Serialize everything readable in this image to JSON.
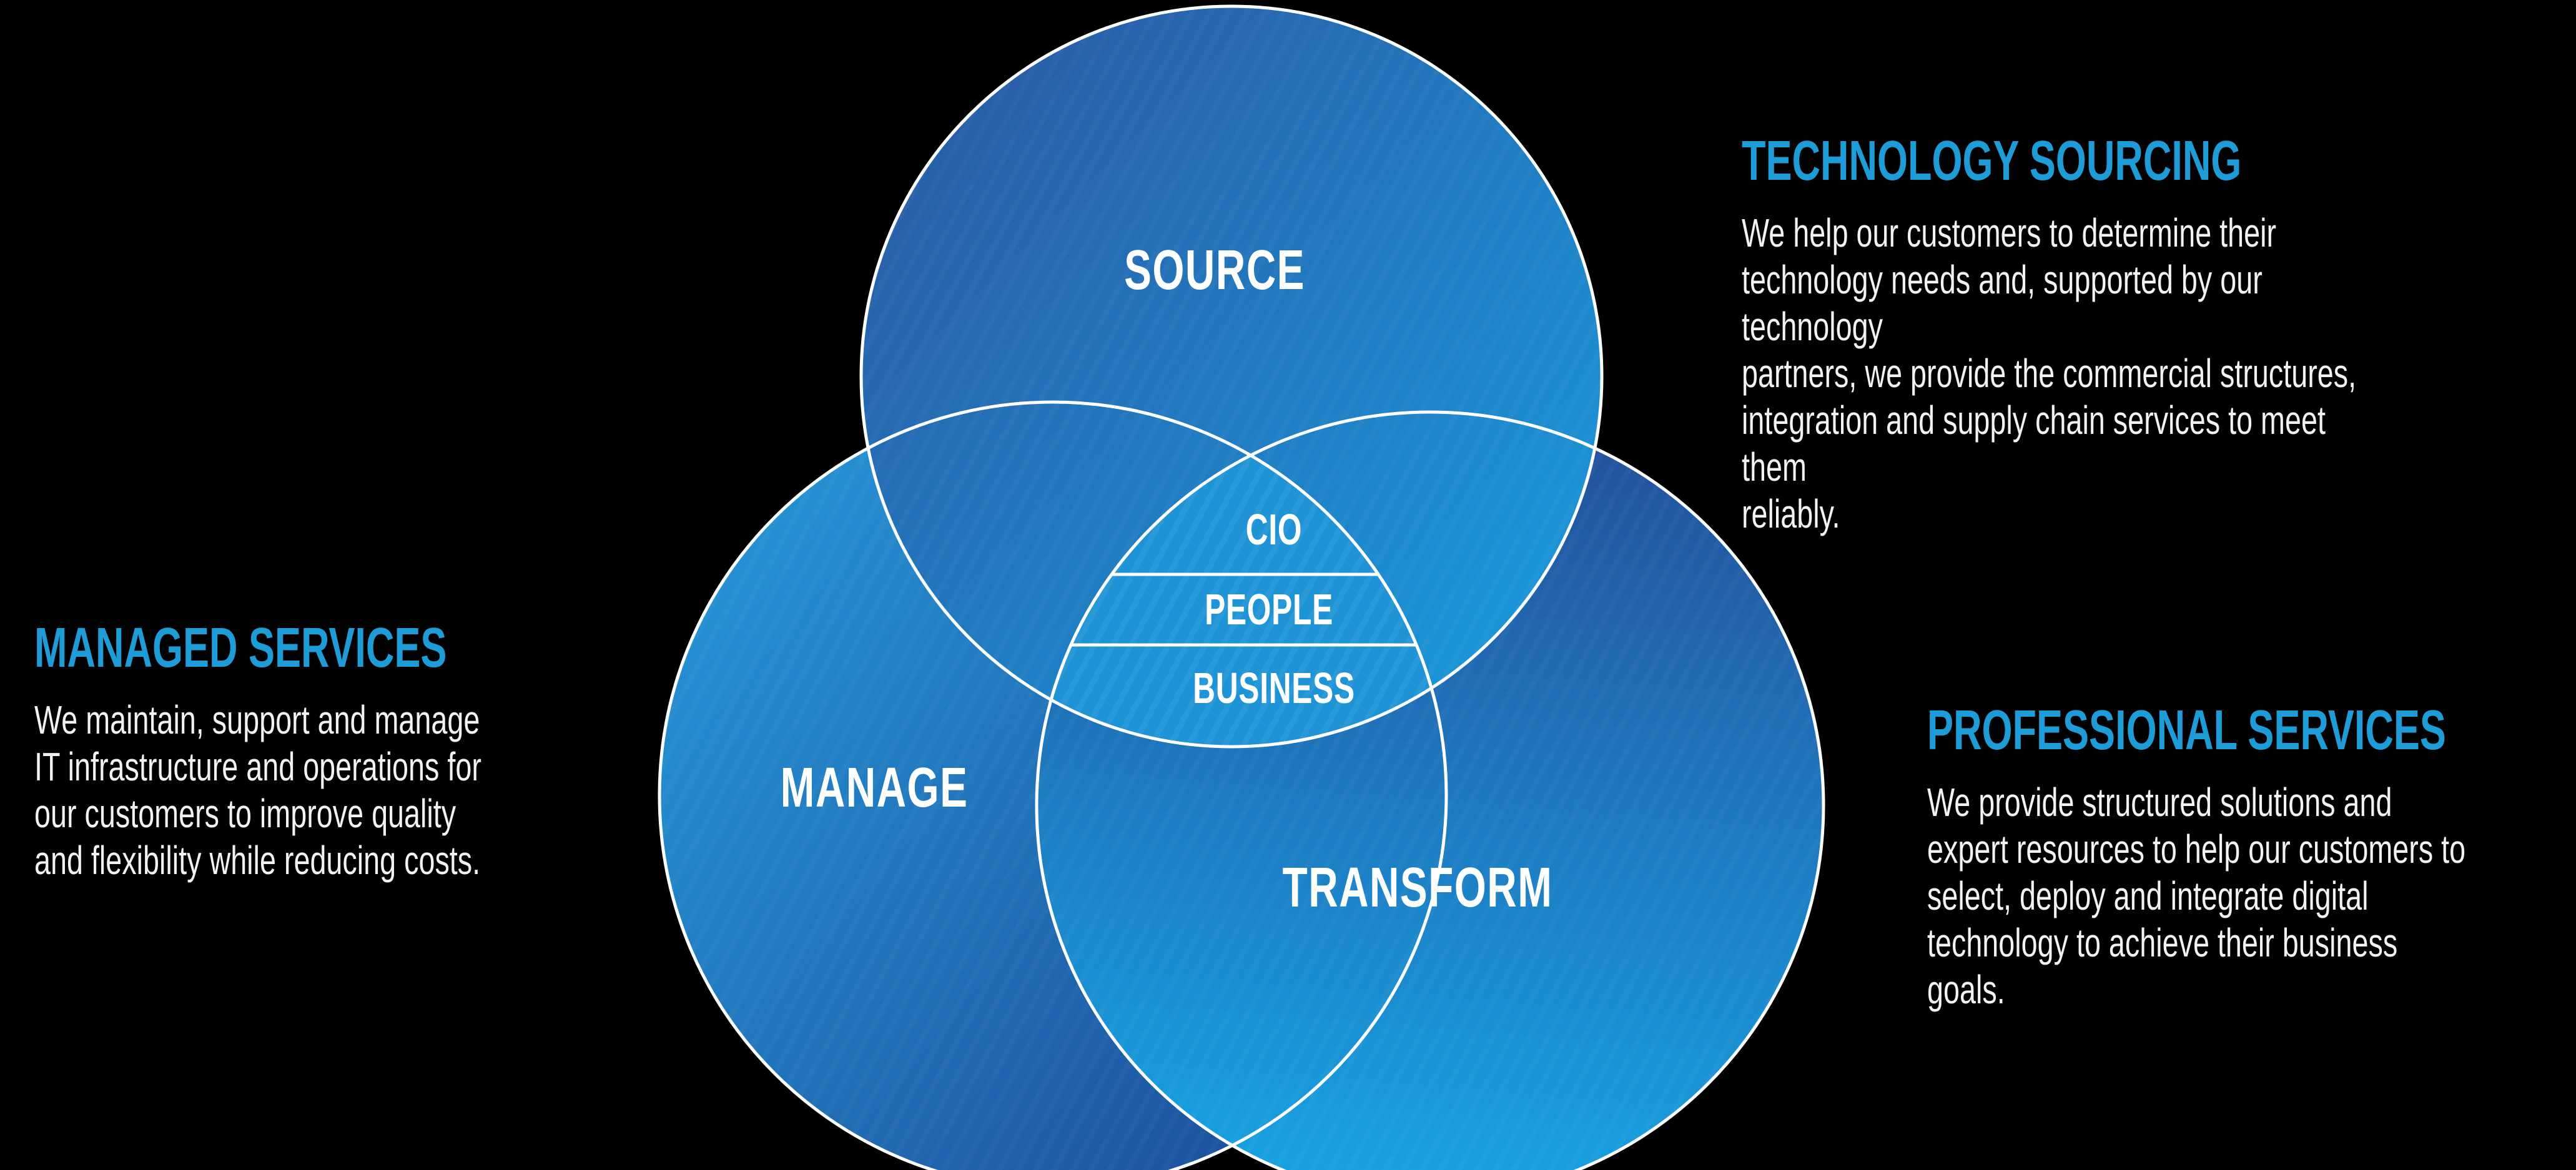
{
  "canvas": {
    "background": "#000000"
  },
  "colors": {
    "accent_blue": "#1e9cd7",
    "body_text": "#f2f2f2",
    "outline_white": "#ffffff",
    "source_gradient_start": "#2b549f",
    "source_gradient_end": "#189fe0",
    "manage_gradient_start": "#2593d4",
    "manage_gradient_end": "#1b4392",
    "transform_gradient_start": "#24509b",
    "transform_gradient_end": "#17a3e3",
    "center_fill": "#1e93d6"
  },
  "venn": {
    "circles": [
      {
        "id": "source",
        "label": "SOURCE"
      },
      {
        "id": "manage",
        "label": "MANAGE"
      },
      {
        "id": "transform",
        "label": "TRANSFORM"
      }
    ],
    "center_segments": [
      {
        "label": "CIO"
      },
      {
        "label": "PEOPLE"
      },
      {
        "label": "BUSINESS"
      }
    ]
  },
  "annotations": {
    "technology_sourcing": {
      "heading": "TECHNOLOGY SOURCING",
      "body_lines": [
        "We help our customers to determine their",
        "technology needs and, supported by our technology",
        "partners, we provide the commercial structures,",
        "integration and supply chain services to meet them",
        "reliably."
      ]
    },
    "managed_services": {
      "heading": "MANAGED SERVICES",
      "body_lines": [
        "We maintain, support and manage",
        "IT infrastructure and operations for",
        "our customers to improve quality",
        "and flexibility while reducing costs."
      ]
    },
    "professional_services": {
      "heading": "PROFESSIONAL SERVICES",
      "body_lines": [
        "We provide structured solutions and",
        "expert resources to help our customers to",
        "select, deploy and integrate digital",
        "technology to achieve their business",
        "goals."
      ]
    }
  }
}
